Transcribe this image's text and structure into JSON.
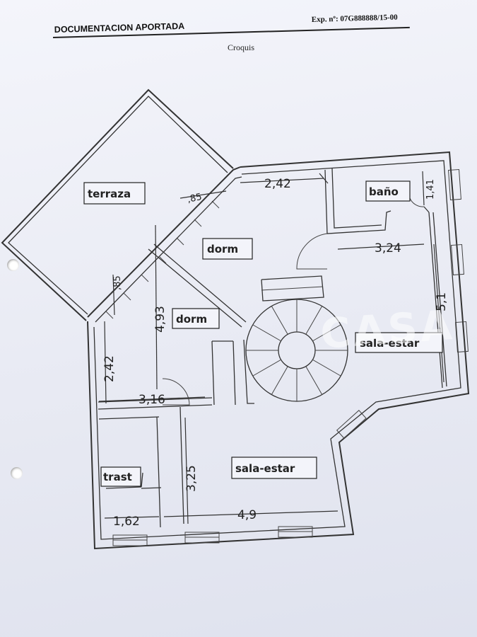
{
  "header": {
    "title": "DOCUMENTACION APORTADA",
    "exp": "Exp. nº: 07G888888/15-00",
    "subtitle": "Croquis"
  },
  "rooms": {
    "terraza": "terraza",
    "dorm_1": "dorm",
    "dorm_2": "dorm",
    "bano": "baño",
    "sala_estar_1": "sala-estar",
    "sala_estar_2": "sala-estar",
    "trast": "trast"
  },
  "dimensions": {
    "d_242_top": "2,42",
    "d_141": "1,41",
    "d_85_a": ",85",
    "d_85_b": ",85",
    "d_324": "3,24",
    "d_51": "5,1",
    "d_493": "4,93",
    "d_242_left": "2,42",
    "d_316": "3,16",
    "d_325": "3,25",
    "d_162": "1,62",
    "d_49": "4,9"
  },
  "watermark": "CASA"
}
